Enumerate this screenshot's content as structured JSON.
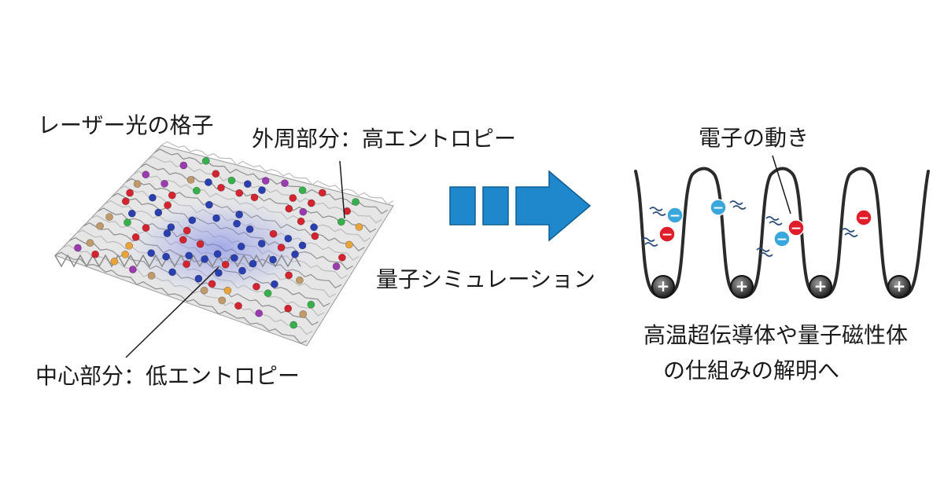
{
  "labels": {
    "lattice": "レーザー光の格子",
    "outer": "外周部分：高エントロピー",
    "center": "中心部分：低エントロピー",
    "simulation": "量子シミュレーション",
    "electron_motion": "電子の動き",
    "conclusion_line1": "高温超伝導体や量子磁性体",
    "conclusion_line2": "の仕組みの解明へ"
  },
  "symbols": {
    "electron": "−",
    "ion": "+"
  },
  "colors": {
    "arrow": "#1f88cc",
    "electron_blue": "#3aa7dc",
    "electron_red": "#e01d2a",
    "atom_blue": "#2a3fb0",
    "atom_red": "#d3242f",
    "atom_green": "#35b04a",
    "atom_purple": "#9b3bb0",
    "atom_tan": "#c19a6b",
    "orange": "#e8a33a",
    "well_line": "#2b2b2b"
  }
}
